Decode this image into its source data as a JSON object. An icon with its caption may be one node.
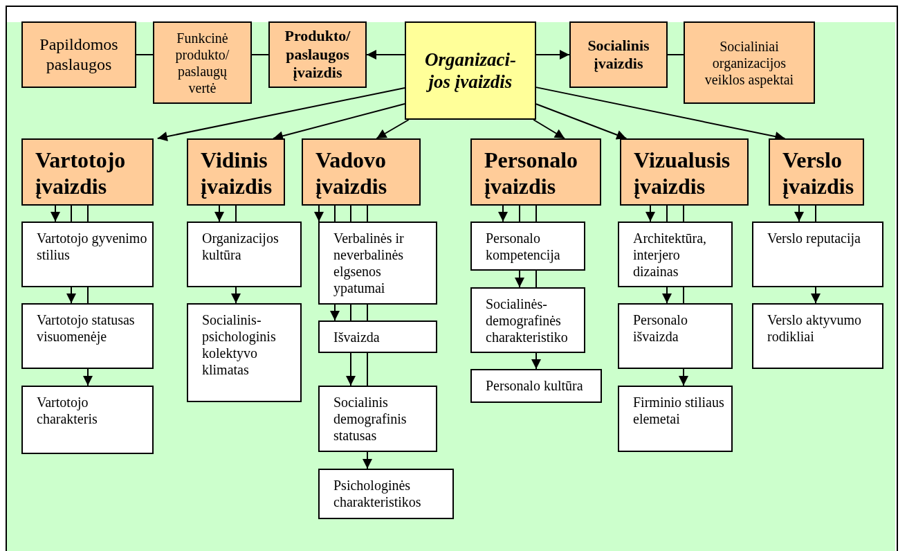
{
  "diagram": {
    "nodes": [
      {
        "text": [
          "Papildomos paslaugos"
        ]
      },
      {
        "text": [
          "Funkcinė produkto/ paslaugų vertė"
        ]
      },
      {
        "text": [
          "Produkto/ paslaugos įvaizdis"
        ]
      },
      {
        "text": [
          "Organizaci- jos įvaizdis"
        ]
      },
      {
        "text": [
          "Socialinis įvaizdis"
        ]
      },
      {
        "text": [
          "Socialiniai organizacijos veiklos aspektai"
        ]
      },
      {
        "text": [
          "Vartotojo įvaizdis"
        ]
      },
      {
        "text": [
          "Vidinis įvaizdis"
        ]
      },
      {
        "text": [
          "Vadovo įvaizdis"
        ]
      },
      {
        "text": [
          "Personalo įvaizdis"
        ]
      },
      {
        "text": [
          "Vizualusis įvaizdis"
        ]
      },
      {
        "text": [
          "Verslo įvaizdis"
        ]
      },
      {
        "text": [
          "Vartotojo gyvenimo stilius"
        ]
      },
      {
        "text": [
          "Vartotojo statusas visuomenėje"
        ]
      },
      {
        "text": [
          "Vartotojo charakteris"
        ]
      },
      {
        "text": [
          "Organizacijos kultūra"
        ]
      },
      {
        "text": [
          "Socialinis- psichologinis kolektyvo klimatas"
        ]
      },
      {
        "text": [
          "Verbalinės ir neverbalinės elgsenos ypatumai"
        ]
      },
      {
        "text": [
          "Išvaizda"
        ]
      },
      {
        "text": [
          "Socialinis demografinis statusas"
        ]
      },
      {
        "text": [
          "Psichologinės charakteristikos"
        ]
      },
      {
        "text": [
          "Personalo kompetencija"
        ]
      },
      {
        "text": [
          "Socialinės- demografinės charakteristiko"
        ]
      },
      {
        "text": [
          "Personalo kultūra"
        ]
      },
      {
        "text": [
          "Architektūra, interjero dizainas"
        ]
      },
      {
        "text": [
          "Personalo išvaizda"
        ]
      },
      {
        "text": [
          "Firminio stiliaus elemetai"
        ]
      },
      {
        "text": [
          "Verslo reputacija"
        ]
      },
      {
        "text": [
          "Verslo aktyvumo rodikliai"
        ]
      }
    ],
    "edges": [
      {
        "from": 0,
        "to": 1,
        "arrow": "none"
      },
      {
        "from": 1,
        "to": 2,
        "arrow": "none"
      },
      {
        "from": 3,
        "to": 2,
        "arrow": "to"
      },
      {
        "from": 3,
        "to": 4,
        "arrow": "to"
      },
      {
        "from": 4,
        "to": 5,
        "arrow": "none"
      },
      {
        "from": 3,
        "to": 6,
        "arrow": "to"
      },
      {
        "from": 3,
        "to": 7,
        "arrow": "to"
      },
      {
        "from": 3,
        "to": 8,
        "arrow": "to"
      },
      {
        "from": 3,
        "to": 9,
        "arrow": "to"
      },
      {
        "from": 3,
        "to": 10,
        "arrow": "to"
      },
      {
        "from": 3,
        "to": 11,
        "arrow": "to"
      },
      {
        "from": 6,
        "to": 12,
        "arrow": "to"
      },
      {
        "from": 6,
        "to": 12,
        "arrow": "none"
      },
      {
        "from": 6,
        "to": 12,
        "arrow": "none"
      },
      {
        "from": 12,
        "to": 13,
        "arrow": "to"
      },
      {
        "from": 12,
        "to": 13,
        "arrow": "none"
      },
      {
        "from": 13,
        "to": 14,
        "arrow": "to"
      },
      {
        "from": 7,
        "to": 15,
        "arrow": "to"
      },
      {
        "from": 7,
        "to": 15,
        "arrow": "none"
      },
      {
        "from": 15,
        "to": 16,
        "arrow": "to"
      },
      {
        "from": 8,
        "to": 17,
        "arrow": "to"
      },
      {
        "from": 8,
        "to": 17,
        "arrow": "none"
      },
      {
        "from": 8,
        "to": 17,
        "arrow": "none"
      },
      {
        "from": 8,
        "to": 17,
        "arrow": "none"
      },
      {
        "from": 17,
        "to": 18,
        "arrow": "to"
      },
      {
        "from": 17,
        "to": 18,
        "arrow": "none"
      },
      {
        "from": 17,
        "to": 18,
        "arrow": "none"
      },
      {
        "from": 18,
        "to": 19,
        "arrow": "to"
      },
      {
        "from": 18,
        "to": 19,
        "arrow": "none"
      },
      {
        "from": 19,
        "to": 20,
        "arrow": "to"
      },
      {
        "from": 9,
        "to": 21,
        "arrow": "to"
      },
      {
        "from": 9,
        "to": 21,
        "arrow": "none"
      },
      {
        "from": 9,
        "to": 21,
        "arrow": "none"
      },
      {
        "from": 21,
        "to": 22,
        "arrow": "to"
      },
      {
        "from": 21,
        "to": 22,
        "arrow": "none"
      },
      {
        "from": 22,
        "to": 23,
        "arrow": "to"
      },
      {
        "from": 10,
        "to": 24,
        "arrow": "to"
      },
      {
        "from": 10,
        "to": 24,
        "arrow": "none"
      },
      {
        "from": 10,
        "to": 24,
        "arrow": "none"
      },
      {
        "from": 24,
        "to": 25,
        "arrow": "to"
      },
      {
        "from": 24,
        "to": 25,
        "arrow": "none"
      },
      {
        "from": 25,
        "to": 26,
        "arrow": "to"
      },
      {
        "from": 11,
        "to": 27,
        "arrow": "to"
      },
      {
        "from": 11,
        "to": 27,
        "arrow": "none"
      },
      {
        "from": 27,
        "to": 28,
        "arrow": "to"
      }
    ]
  }
}
